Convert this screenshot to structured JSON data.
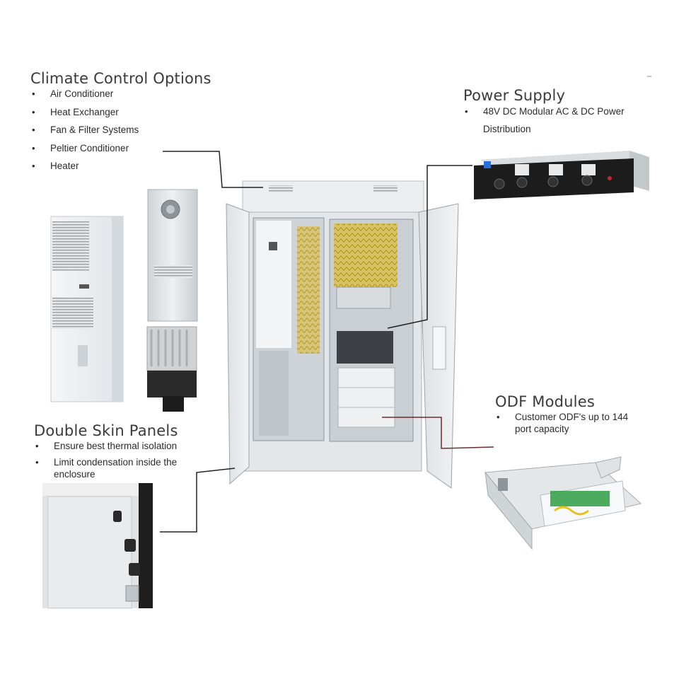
{
  "climate": {
    "title": "Climate Control Options",
    "items": [
      {
        "label": "Air Conditioner"
      },
      {
        "label": "Heat Exchanger"
      },
      {
        "label": "Fan & Filter Systems"
      },
      {
        "label": "Peltier Conditioner"
      },
      {
        "label": "Heater"
      }
    ]
  },
  "power": {
    "title": "Power Supply",
    "items": [
      {
        "label": "48V DC  Modular AC & DC Power Distribution"
      }
    ]
  },
  "odf": {
    "title": "ODF Modules",
    "items": [
      {
        "label": "Customer ODF's up to 144 port capacity"
      }
    ]
  },
  "skin": {
    "title": "Double Skin Panels",
    "items": [
      {
        "label": "Ensure best thermal isolation"
      },
      {
        "label": "Limit condensation inside the enclosure"
      }
    ]
  },
  "colors": {
    "leader_line": "#222222",
    "odf_leader_line": "#6a2f2f",
    "cabinet": "#e9ecee",
    "cabinet_edge": "#9aa3a8",
    "fiber_yellow": "#e8c21a",
    "equipment_grey": "#d8dcdf"
  },
  "images": [
    {
      "icon": "air-conditioner-unit-photo"
    },
    {
      "icon": "heat-exchanger-unit-photo"
    },
    {
      "icon": "heater-unit-photo"
    },
    {
      "icon": "power-distribution-rack-photo"
    },
    {
      "icon": "outdoor-cabinet-photo"
    },
    {
      "icon": "odf-module-photo"
    },
    {
      "icon": "double-skin-panel-photo"
    }
  ]
}
